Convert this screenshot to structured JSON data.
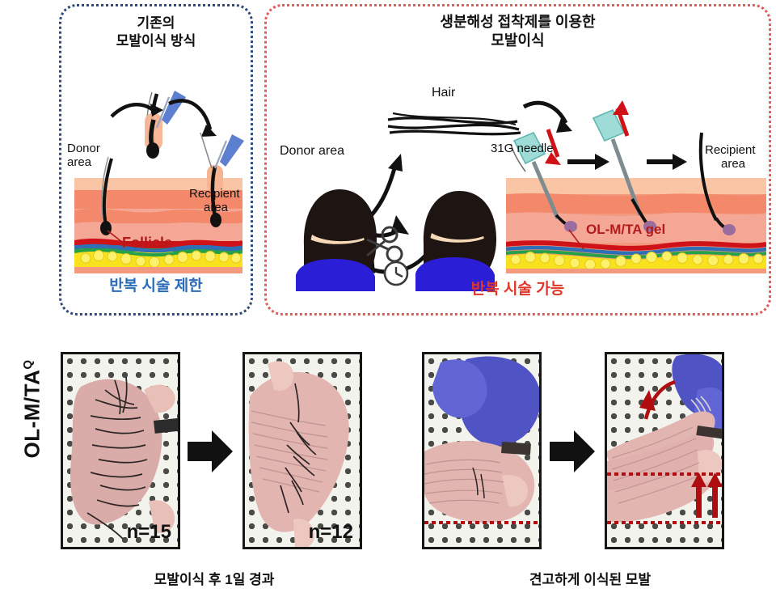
{
  "figure": {
    "panels": {
      "conventional": {
        "title_line1": "기존의",
        "title_line2": "모발이식 방식",
        "footer": "반복 시술 제한",
        "border_color": "#2e4a7d",
        "footer_color": "#2b6cb8",
        "labels": {
          "donor_line1": "Donor",
          "donor_line2": "area",
          "recipient_line1": "Recipient",
          "recipient_line2": "area",
          "follicle": "Follicle"
        }
      },
      "biodegradable": {
        "title_line1": "생분해성 접착제를 이용한",
        "title_line2": "모발이식",
        "footer": "반복 시술 가능",
        "border_color": "#e05a58",
        "footer_color": "#e03528",
        "labels": {
          "hair": "Hair",
          "donor_area": "Donor area",
          "needle": "31G needle",
          "recipient_line1": "Recipient",
          "recipient_line2": "area",
          "gel": "OL-M/TA gel"
        }
      }
    },
    "row_label": {
      "text": "OL-M/TA",
      "superscript": "Q"
    },
    "photos": [
      {
        "name": "transplant-day1-left",
        "badge": "n=15"
      },
      {
        "name": "transplant-day1-right",
        "badge": "n=12"
      },
      {
        "name": "pull-test-before",
        "badge": ""
      },
      {
        "name": "pull-test-after",
        "badge": ""
      }
    ],
    "captions": {
      "left": "모발이식 후 1일 경과",
      "right": "견고하게 이식된 모발"
    },
    "colors": {
      "skin_epidermis": "#fac5a4",
      "skin_upper_dermis": "#f4886a",
      "skin_dermis": "#f4a795",
      "layer_red": "#cf1118",
      "layer_blue": "#2f6fb5",
      "layer_green": "#27a04a",
      "fat_yellow": "#f8e21d",
      "hypodermis": "#f2997e",
      "tweezer_blue": "#5d7fd0",
      "needle_teal": "#9fdcd8",
      "gel_purple": "#9b6d9e",
      "glove_blue": "#4f53c4",
      "accent_red": "#b00d11",
      "hair_black": "#111111"
    }
  }
}
